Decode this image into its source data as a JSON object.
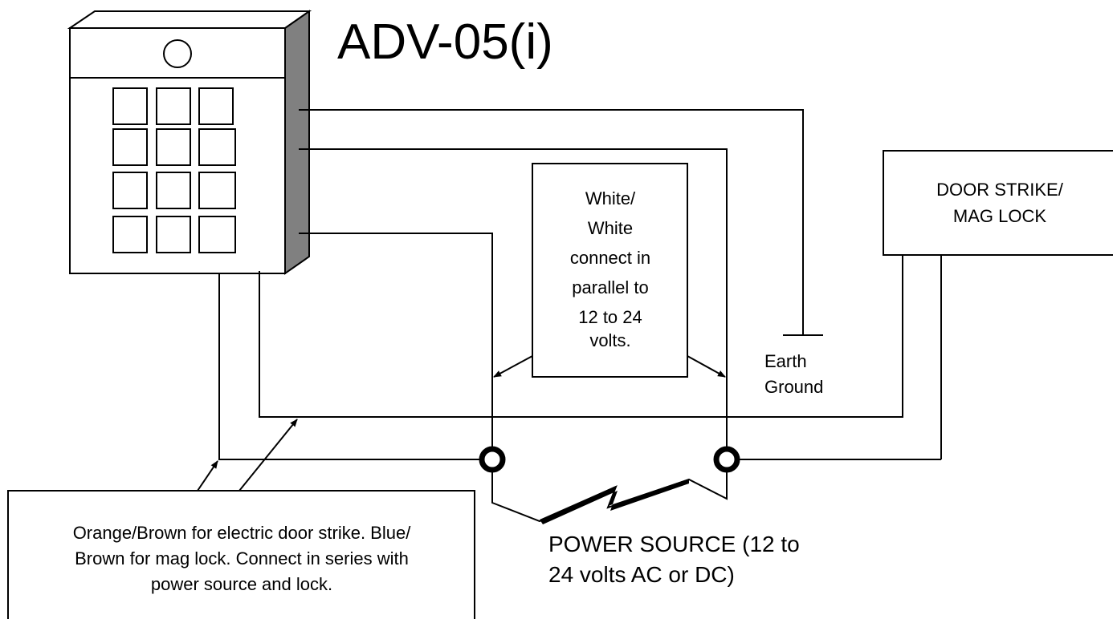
{
  "title": "ADV-05(i)",
  "white_note": [
    "White/",
    "White",
    "connect in",
    "parallel to",
    "12 to 24",
    "volts."
  ],
  "door_lock": [
    "DOOR STRIKE/",
    "MAG LOCK"
  ],
  "earth_ground": [
    "Earth",
    "Ground"
  ],
  "power_source": [
    "POWER SOURCE (12 to",
    "24 volts AC or DC)"
  ],
  "series_note": [
    "Orange/Brown for electric door strike.  Blue/",
    "Brown for mag lock.  Connect in series with",
    "power source and lock."
  ]
}
